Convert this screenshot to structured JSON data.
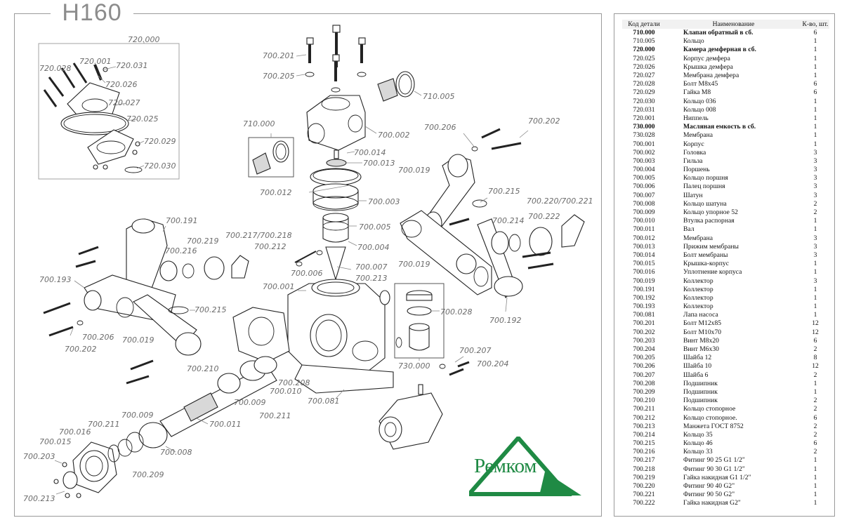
{
  "title": "H160",
  "brand": "Ремком",
  "colors": {
    "frame": "#9a9a9a",
    "label": "#6b6b6b",
    "brand_green": "#1f8a44",
    "header_bg": "#f1f1f1"
  },
  "labels": {
    "l720000": "720.000",
    "l720001": "720.001",
    "l720028": "720.028",
    "l720031": "720.031",
    "l720026": "720.026",
    "l720027": "720.027",
    "l720025": "720.025",
    "l720029": "720.029",
    "l720030": "720.030",
    "l700201": "700.201",
    "l700205": "700.205",
    "l710005": "710.005",
    "l710000": "710.000",
    "l700002": "700.002",
    "l700014": "700.014",
    "l700013": "700.013",
    "l700012": "700.012",
    "l700003": "700.003",
    "l700005": "700.005",
    "l700004": "700.004",
    "l700206a": "700.206",
    "l700202a": "700.202",
    "l700019a": "700.019",
    "l700215a": "700.215",
    "l700220": "700.220/700.221",
    "l700222": "700.222",
    "l700214": "700.214",
    "l700019b": "700.019",
    "l700191": "700.191",
    "l700216": "700.216",
    "l700219": "700.219",
    "l700217": "700.217/700.218",
    "l700212": "700.212",
    "l700193": "700.193",
    "l700006": "700.006",
    "l700007": "700.007",
    "l700213a": "700.213",
    "l700001": "700.001",
    "l700215b": "700.215",
    "l700028": "700.028",
    "l700192": "700.192",
    "l700206b": "700.206",
    "l700019c": "700.019",
    "l700202b": "700.202",
    "l700210": "700.210",
    "l700207": "700.207",
    "l700204": "700.204",
    "l730000": "730.000",
    "l700208": "700.208",
    "l700010": "700.010",
    "l700009a": "700.009",
    "l700081": "700.081",
    "l700211a": "700.211",
    "l700011": "700.011",
    "l700009b": "700.009",
    "l700016": "700.016",
    "l700211b": "700.211",
    "l700015": "700.015",
    "l700008": "700.008",
    "l700203": "700.203",
    "l700209": "700.209",
    "l700213b": "700.213"
  },
  "table": {
    "headers": {
      "code": "Код детали",
      "name": "Наименование",
      "qty": "К-во, шт."
    },
    "rows": [
      {
        "code": "710.000",
        "name": "Клапан обратный в сб.",
        "qty": "6",
        "bold": true
      },
      {
        "code": "710.005",
        "name": "Кольцо",
        "qty": "1"
      },
      {
        "code": "720.000",
        "name": "Камера демферная в сб.",
        "qty": "1",
        "bold": true
      },
      {
        "code": "720.025",
        "name": "Корпус демфера",
        "qty": "1"
      },
      {
        "code": "720.026",
        "name": "Крышка демфера",
        "qty": "1"
      },
      {
        "code": "720.027",
        "name": "Мембрана демфера",
        "qty": "1"
      },
      {
        "code": "720.028",
        "name": "Болт М8х45",
        "qty": "6"
      },
      {
        "code": "720.029",
        "name": "Гайка М8",
        "qty": "6"
      },
      {
        "code": "720.030",
        "name": "Кольцо 036",
        "qty": "1"
      },
      {
        "code": "720.031",
        "name": "Кольцо 008",
        "qty": "1"
      },
      {
        "code": "720.001",
        "name": "Ниппель",
        "qty": "1"
      },
      {
        "code": "730.000",
        "name": "Масляная емкость в сб.",
        "qty": "1",
        "bold": true
      },
      {
        "code": "730.028",
        "name": "Мембрана",
        "qty": "1"
      },
      {
        "code": "700.001",
        "name": "Корпус",
        "qty": "1"
      },
      {
        "code": "700.002",
        "name": "Головка",
        "qty": "3"
      },
      {
        "code": "700.003",
        "name": "Гильза",
        "qty": "3"
      },
      {
        "code": "700.004",
        "name": "Поршень",
        "qty": "3"
      },
      {
        "code": "700.005",
        "name": "Кольцо поршня",
        "qty": "3"
      },
      {
        "code": "700.006",
        "name": "Палец поршня",
        "qty": "3"
      },
      {
        "code": "700.007",
        "name": "Шатун",
        "qty": "3"
      },
      {
        "code": "700.008",
        "name": "Кольцо шатуна",
        "qty": "2"
      },
      {
        "code": "700.009",
        "name": "Кольцо упорное 52",
        "qty": "2"
      },
      {
        "code": "700.010",
        "name": "Втулка распорная",
        "qty": "1"
      },
      {
        "code": "700.011",
        "name": "Вал",
        "qty": "1"
      },
      {
        "code": "700.012",
        "name": "Мембрана",
        "qty": "3"
      },
      {
        "code": "700.013",
        "name": "Прижим мембраны",
        "qty": "3"
      },
      {
        "code": "700.014",
        "name": "Болт мембраны",
        "qty": "3"
      },
      {
        "code": "700.015",
        "name": "Крышка-корпус",
        "qty": "1"
      },
      {
        "code": "700.016",
        "name": "Уплотнение корпуса",
        "qty": "1"
      },
      {
        "code": "700.019",
        "name": "Коллектор",
        "qty": "3"
      },
      {
        "code": "700.191",
        "name": "Коллектор",
        "qty": "1"
      },
      {
        "code": "700.192",
        "name": "Коллектор",
        "qty": "1"
      },
      {
        "code": "700.193",
        "name": "Коллектор",
        "qty": "1"
      },
      {
        "code": "700.081",
        "name": "Лапа насоса",
        "qty": "1"
      },
      {
        "code": "700.201",
        "name": "Болт М12х85",
        "qty": "12"
      },
      {
        "code": "700.202",
        "name": "Болт М10х70",
        "qty": "12"
      },
      {
        "code": "700.203",
        "name": "Винт М8х20",
        "qty": "6"
      },
      {
        "code": "700.204",
        "name": "Винт М6х30",
        "qty": "2"
      },
      {
        "code": "700.205",
        "name": "Шайба 12",
        "qty": "8"
      },
      {
        "code": "700.206",
        "name": "Шайба 10",
        "qty": "12"
      },
      {
        "code": "700.207",
        "name": "Шайба 6",
        "qty": "2"
      },
      {
        "code": "700.208",
        "name": "Подшипник",
        "qty": "1"
      },
      {
        "code": "700.209",
        "name": "Подшипник",
        "qty": "1"
      },
      {
        "code": "700.210",
        "name": "Подшипник",
        "qty": "2"
      },
      {
        "code": "700.211",
        "name": "Кольцо стопорное",
        "qty": "2"
      },
      {
        "code": "700.212",
        "name": "Кольцо стопорное.",
        "qty": "6"
      },
      {
        "code": "700.213",
        "name": "Манжета ГОСТ 8752",
        "qty": "2"
      },
      {
        "code": "700.214",
        "name": "Кольцо 35",
        "qty": "2"
      },
      {
        "code": "700.215",
        "name": "Кольцо 46",
        "qty": "6"
      },
      {
        "code": "700.216",
        "name": "Кольцо 33",
        "qty": "2"
      },
      {
        "code": "700.217",
        "name": "Фитинг 90 25 G1 1/2\"",
        "qty": "1"
      },
      {
        "code": "700.218",
        "name": "Фитинг 90 30 G1 1/2\"",
        "qty": "1"
      },
      {
        "code": "700.219",
        "name": "Гайка накидная G1 1/2\"",
        "qty": "1"
      },
      {
        "code": "700.220",
        "name": "Фитинг 90 40 G2\"",
        "qty": "1"
      },
      {
        "code": "700.221",
        "name": "Фитинг 90 50 G2\"",
        "qty": "1"
      },
      {
        "code": "700.222",
        "name": "Гайка накидная G2\"",
        "qty": "1"
      }
    ]
  }
}
